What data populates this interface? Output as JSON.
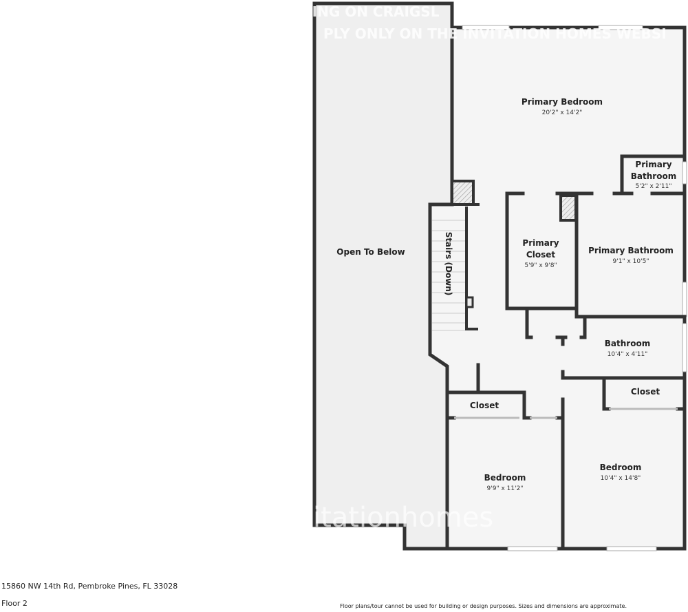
{
  "watermark": {
    "line1": "TING ON CRAIGSL",
    "line2": "PLY ONLY ON THE INVITATION HOMES WEBSI",
    "logo": "itationhomes"
  },
  "rooms": [
    {
      "name": "Primary Bedroom",
      "dims": "20'2\" x 14'2\""
    },
    {
      "name_line1": "Primary",
      "name_line2": "Bathroom",
      "dims": "5'2\" x 2'11\""
    },
    {
      "name_line1": "Primary",
      "name_line2": "Closet",
      "dims": "5'9\" x 9'8\""
    },
    {
      "name": "Primary Bathroom",
      "dims": "9'1\" x 10'5\""
    },
    {
      "name": "Open To Below"
    },
    {
      "name": "Stairs (Down)"
    },
    {
      "name": "Bathroom",
      "dims": "10'4\" x 4'11\""
    },
    {
      "name": "Closet"
    },
    {
      "name": "Closet"
    },
    {
      "name": "Bedroom",
      "dims": "9'9\" x 11'2\""
    },
    {
      "name": "Bedroom",
      "dims": "10'4\" x 14'8\""
    }
  ],
  "footer": {
    "address": "15860 NW 14th Rd, Pembroke Pines, FL 33028",
    "floor": "Floor 2",
    "disclaimer": "Floor plans/tour cannot be used for building or design purposes. Sizes and dimensions are approximate."
  },
  "colors": {
    "wall": "#333333",
    "floor": "#f4f4f4",
    "open_area": "#efefef"
  }
}
